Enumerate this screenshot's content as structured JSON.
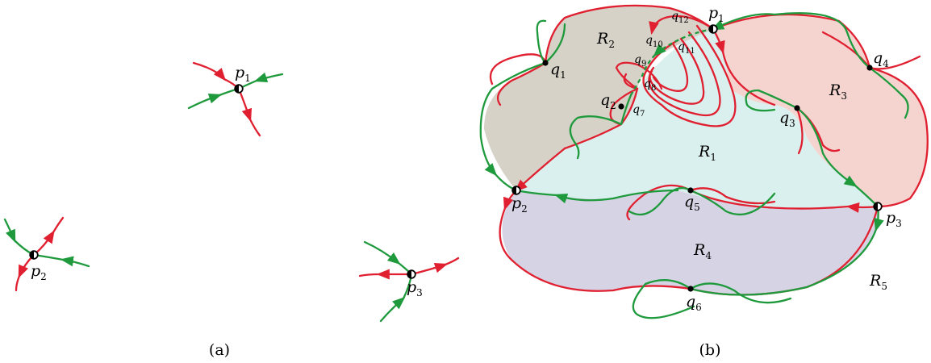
{
  "colors": {
    "red": "#e02030",
    "green": "#1e9a3c",
    "region_R1": "#daf0ee",
    "region_R2": "#d6d2c8",
    "region_R3": "#f5d4d0",
    "region_R4": "#d6d4e4"
  },
  "captions": {
    "a": "(a)",
    "b": "(b)"
  },
  "panel_a": {
    "points": [
      {
        "base": "p",
        "sub": "1"
      },
      {
        "base": "p",
        "sub": "2"
      },
      {
        "base": "p",
        "sub": "3"
      }
    ]
  },
  "panel_b": {
    "p_points": [
      {
        "base": "p",
        "sub": "1"
      },
      {
        "base": "p",
        "sub": "2"
      },
      {
        "base": "p",
        "sub": "3"
      }
    ],
    "q_points": [
      {
        "base": "q",
        "sub": "1"
      },
      {
        "base": "q",
        "sub": "2"
      },
      {
        "base": "q",
        "sub": "3"
      },
      {
        "base": "q",
        "sub": "4"
      },
      {
        "base": "q",
        "sub": "5"
      },
      {
        "base": "q",
        "sub": "6"
      },
      {
        "base": "q",
        "sub": "7"
      },
      {
        "base": "q",
        "sub": "8"
      },
      {
        "base": "q",
        "sub": "9"
      },
      {
        "base": "q",
        "sub": "10"
      },
      {
        "base": "q",
        "sub": "11"
      },
      {
        "base": "q",
        "sub": "12"
      }
    ],
    "regions": [
      {
        "base": "R",
        "sub": "1"
      },
      {
        "base": "R",
        "sub": "2"
      },
      {
        "base": "R",
        "sub": "3"
      },
      {
        "base": "R",
        "sub": "4"
      },
      {
        "base": "R",
        "sub": "5"
      }
    ]
  }
}
